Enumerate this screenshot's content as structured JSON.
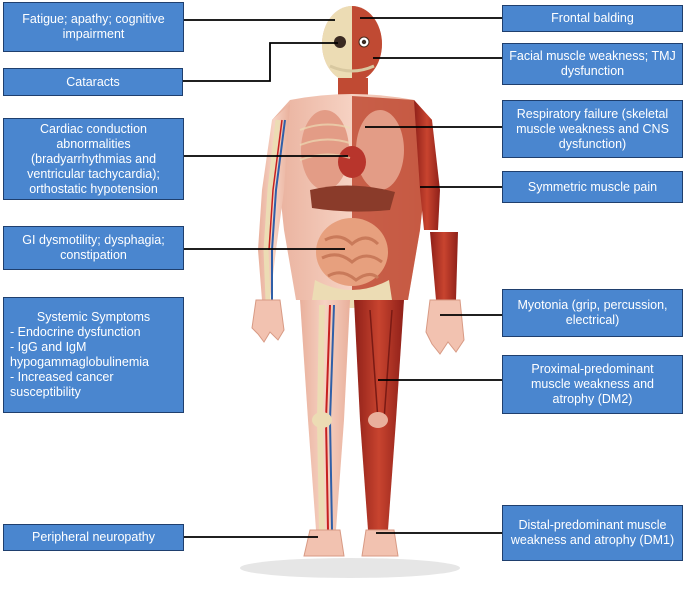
{
  "labels": {
    "fatigue": "Fatigue; apathy; cognitive impairment",
    "cataracts": "Cataracts",
    "cardiac": "Cardiac conduction abnormalities (bradyarrhythmias and ventricular tachycardia); orthostatic hypotension",
    "gi": "GI dysmotility; dysphagia; constipation",
    "systemic_title": "Systemic Symptoms",
    "systemic_items": [
      "- Endocrine dysfunction",
      "- IgG and IgM hypogammaglobulinemia",
      "- Increased cancer susceptibility"
    ],
    "peripheral": "Peripheral neuropathy",
    "frontal": "Frontal balding",
    "facial": "Facial muscle weakness; TMJ dysfunction",
    "respiratory": "Respiratory failure (skeletal muscle weakness and CNS dysfunction)",
    "symmetric": "Symmetric muscle pain",
    "myotonia": "Myotonia (grip, percussion, electrical)",
    "proximal": "Proximal-predominant muscle weakness and atrophy (DM2)",
    "distal": "Distal-predominant muscle weakness and atrophy (DM1)"
  },
  "colors": {
    "box_fill": "#4a86cf",
    "box_border": "#1f3f6e",
    "muscle": "#b8352c",
    "skin": "#f2c2b0",
    "bone": "#ecdcb4",
    "vein": "#2f5fa8",
    "artery": "#c62020",
    "organ": "#d98c6a",
    "leader_line": "#000000"
  }
}
